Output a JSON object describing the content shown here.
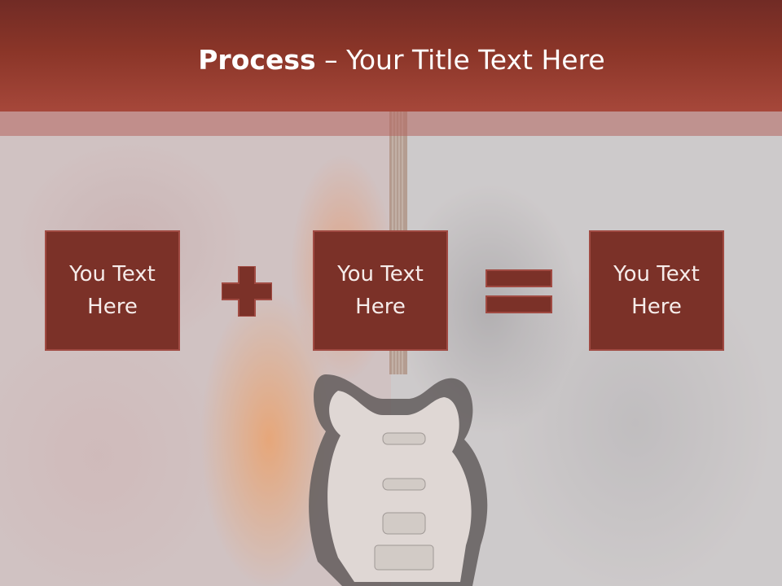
{
  "slide": {
    "title_bold": "Process",
    "title_rest": " – Your Title Text Here",
    "boxes": [
      {
        "line1": "You Text",
        "line2": "Here"
      },
      {
        "line1": "You Text",
        "line2": "Here"
      },
      {
        "line1": "You Text",
        "line2": "Here"
      }
    ],
    "operators": [
      "plus-icon",
      "equals-icon"
    ]
  },
  "colors": {
    "header": "#8a3528",
    "box_fill": "#7b3128",
    "box_border": "#a04a42",
    "operator_fill": "#7b3128",
    "text_light": "#ffffff"
  }
}
